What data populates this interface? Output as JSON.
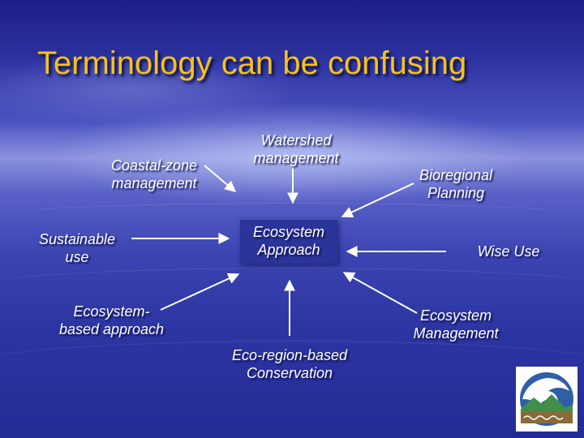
{
  "slide": {
    "title": "Terminology can be confusing",
    "center_term": {
      "line1": "Ecosystem",
      "line2": "Approach"
    },
    "terms": {
      "coastal_zone": {
        "line1": "Coastal-zone",
        "line2": "management"
      },
      "watershed": {
        "line1": "Watershed",
        "line2": "management"
      },
      "bioregional": {
        "line1": "Bioregional",
        "line2": "Planning"
      },
      "sustainable_use": {
        "line1": "Sustainable",
        "line2": "use"
      },
      "wise_use": {
        "line1": "Wise Use"
      },
      "ecosystem_based": {
        "line1": "Ecosystem-",
        "line2": "based approach"
      },
      "eco_region": {
        "line1": "Eco-region-based",
        "line2": "Conservation"
      },
      "ecosystem_management": {
        "line1": "Ecosystem",
        "line2": "Management"
      }
    }
  },
  "colors": {
    "title": "#f5c21c",
    "text": "#ffffff",
    "arrow": "#ffffff",
    "center_box": "#2b3499",
    "background_dark": "#232b95",
    "background_light": "#8a92de"
  },
  "icons": {
    "logo": "ocean-wave-mountain-logo"
  }
}
